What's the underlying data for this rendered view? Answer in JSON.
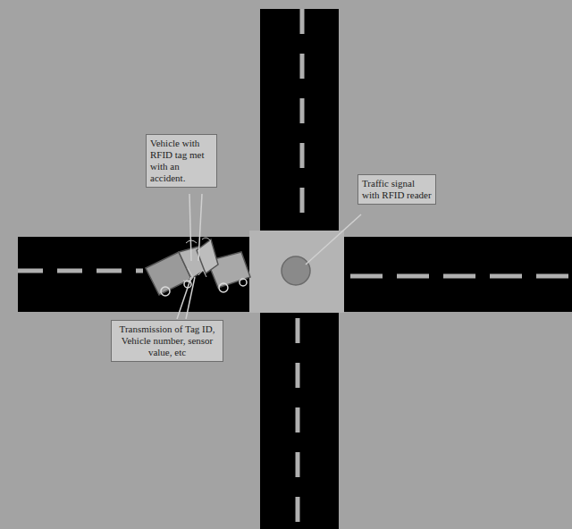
{
  "diagram": {
    "nodes": [
      {
        "text": [
          "Vehicle with RFID tag met with an accident."
        ]
      },
      {
        "text": [
          "Traffic signal with RFID reader"
        ]
      },
      {
        "text": [
          "Transmission of Tag ID, Vehicle number, sensor value, etc"
        ]
      }
    ]
  }
}
